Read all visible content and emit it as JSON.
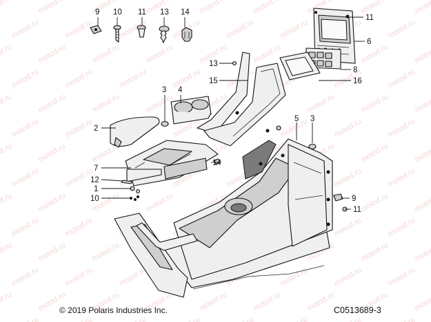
{
  "copyright": "© 2019 Polaris Industries Inc.",
  "figure_code": "C0513689-3",
  "watermark": "motod.ru",
  "callouts": {
    "c9_top": "9",
    "c10_top": "10",
    "c11_top": "11",
    "c13_top": "13",
    "c14_top": "14",
    "c11_right": "11",
    "c6": "6",
    "c8": "8",
    "c16": "16",
    "c13_mid": "13",
    "c15": "15",
    "c3_left": "3",
    "c4": "4",
    "c2": "2",
    "c5": "5",
    "c3_right": "3",
    "c7": "7",
    "c14_mid": "14",
    "c12": "12",
    "c1": "1",
    "c10_left": "10",
    "c9_right": "9",
    "c11_lower": "11"
  }
}
